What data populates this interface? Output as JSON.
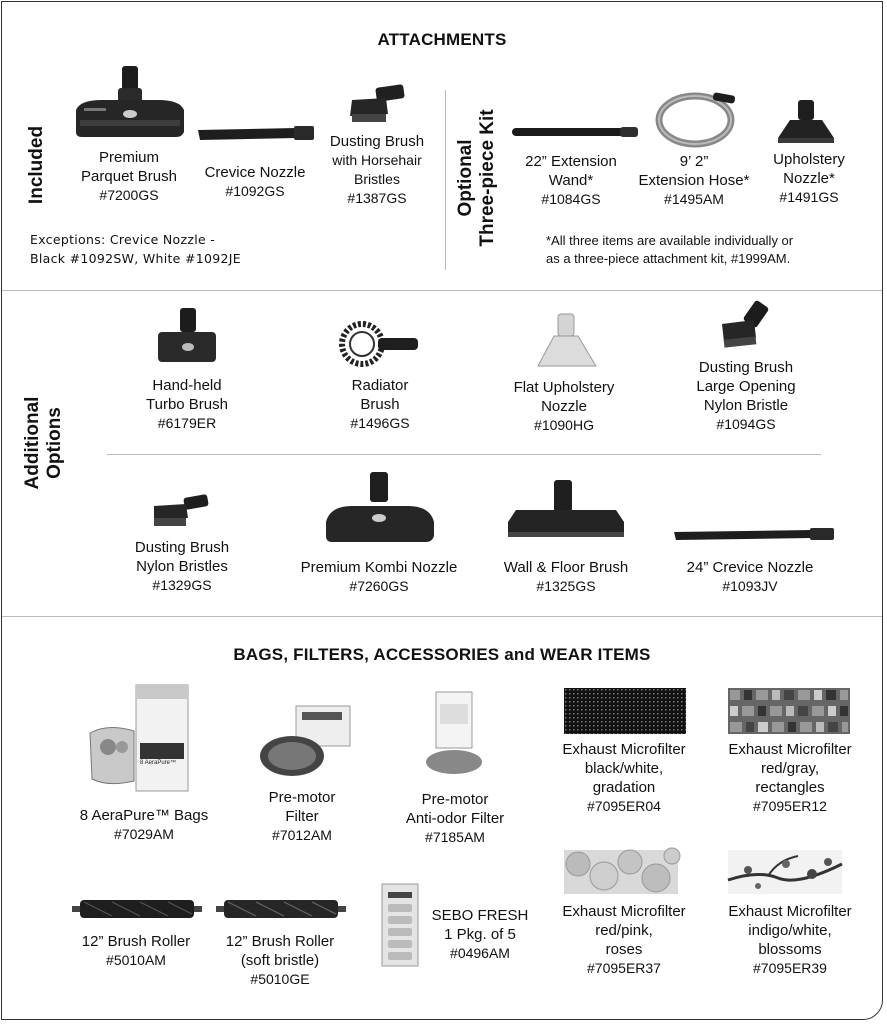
{
  "heading": "ATTACHMENTS",
  "included": {
    "label": "Included",
    "items": [
      {
        "name": "Premium Parquet Brush",
        "l1": "Premium",
        "l2": "Parquet Brush",
        "code": "#7200GS"
      },
      {
        "name": "Crevice Nozzle",
        "l1": "Crevice Nozzle",
        "code": "#1092GS"
      },
      {
        "name": "Dusting Brush with Horsehair Bristles",
        "l1": "Dusting Brush",
        "l2": "with Horsehair",
        "l3": "Bristles",
        "code": "#1387GS"
      }
    ],
    "exceptions": {
      "line1": "Exceptions: Crevice Nozzle -",
      "line2": "Black #1092SW, White #1092JE"
    }
  },
  "optional": {
    "label1": "Optional",
    "label2": "Three-piece Kit",
    "items": [
      {
        "l1": "22” Extension",
        "l2": "Wand*",
        "code": "#1084GS"
      },
      {
        "l1": "9’ 2”",
        "l2": "Extension Hose*",
        "code": "#1495AM"
      },
      {
        "l1": "Upholstery",
        "l2": "Nozzle*",
        "code": "#1491GS"
      }
    ],
    "note": {
      "line1": "*All three items are available individually or",
      "line2": "as a three-piece attachment kit, #1999AM."
    }
  },
  "additional": {
    "label1": "Additional",
    "label2": "Options",
    "row1": [
      {
        "l1": "Hand-held",
        "l2": "Turbo Brush",
        "code": "#6179ER"
      },
      {
        "l1": "Radiator",
        "l2": "Brush",
        "code": "#1496GS"
      },
      {
        "l1": "Flat Upholstery",
        "l2": "Nozzle",
        "code": "#1090HG"
      },
      {
        "l1": "Dusting Brush",
        "l2": "Large Opening",
        "l3": "Nylon Bristle",
        "code": "#1094GS"
      }
    ],
    "row2": [
      {
        "l1": "Dusting Brush",
        "l2": "Nylon Bristles",
        "code": "#1329GS"
      },
      {
        "l1": "Premium Kombi Nozzle",
        "code": "#7260GS"
      },
      {
        "l1": "Wall & Floor Brush",
        "code": "#1325GS"
      },
      {
        "l1": "24” Crevice Nozzle",
        "code": "#1093JV"
      }
    ]
  },
  "bags_heading": "BAGS, FILTERS, ACCESSORIES and WEAR ITEMS",
  "bags": {
    "aerapure": {
      "l1": "8 AeraPure™ Bags",
      "code": "#7029AM",
      "box_text": "8 AeraPure™"
    },
    "premotor": {
      "l1": "Pre-motor",
      "l2": "Filter",
      "code": "#7012AM"
    },
    "antiodor": {
      "l1": "Pre-motor",
      "l2": "Anti-odor Filter",
      "code": "#7185AM"
    },
    "ex04": {
      "l1": "Exhaust Microfilter",
      "l2": "black/white,",
      "l3": "gradation",
      "code": "#7095ER04"
    },
    "ex12": {
      "l1": "Exhaust Microfilter",
      "l2": "red/gray,",
      "l3": "rectangles",
      "code": "#7095ER12"
    },
    "roller": {
      "l1": "12” Brush Roller",
      "code": "#5010AM"
    },
    "roller_soft": {
      "l1": "12” Brush Roller",
      "l2": "(soft bristle)",
      "code": "#5010GE"
    },
    "fresh": {
      "l1": "SEBO FRESH",
      "l2": "1 Pkg. of 5",
      "code": "#0496AM"
    },
    "ex37": {
      "l1": "Exhaust Microfilter",
      "l2": "red/pink,",
      "l3": "roses",
      "code": "#7095ER37"
    },
    "ex39": {
      "l1": "Exhaust Microfilter",
      "l2": "indigo/white,",
      "l3": "blossoms",
      "code": "#7095ER39"
    }
  },
  "colors": {
    "rose_pink": "#e9c4c4",
    "cherry_dark": "#5a2a2a",
    "frame": "#333333"
  }
}
